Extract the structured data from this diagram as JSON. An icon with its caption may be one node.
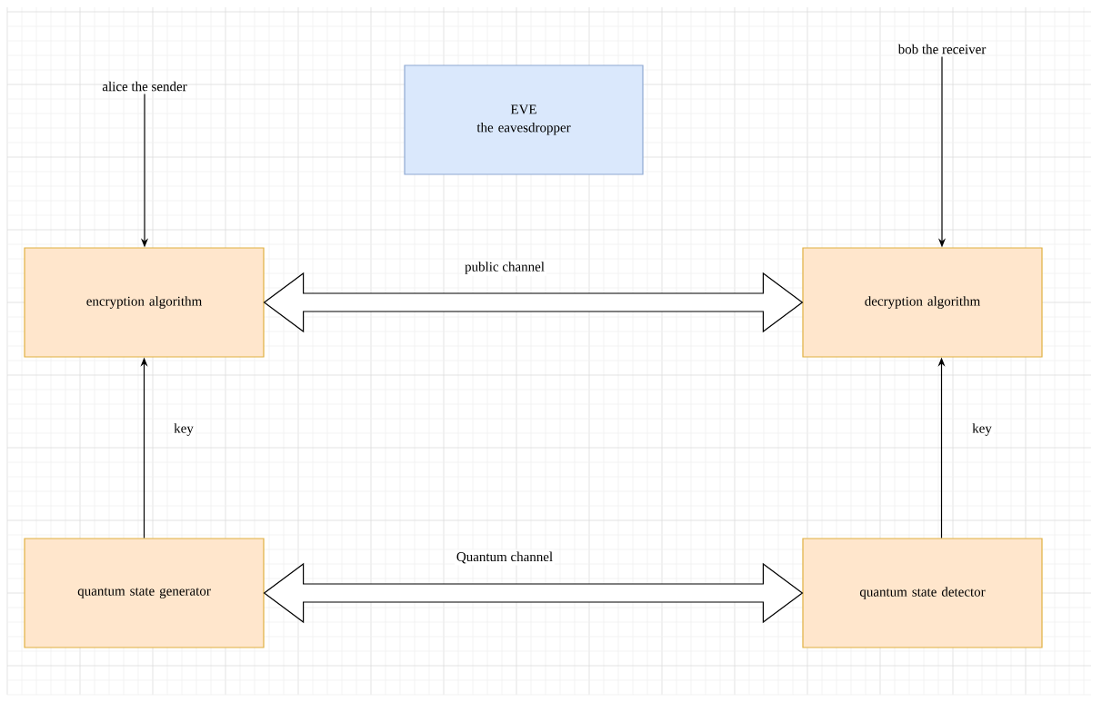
{
  "diagram": {
    "nodes": [
      {
        "text": [
          "alice the sender"
        ]
      },
      {
        "text": [
          "EVE",
          "the eavesdropper"
        ]
      },
      {
        "text": [
          "bob the receiver"
        ]
      },
      {
        "text": [
          "encryption algorithm"
        ]
      },
      {
        "text": [
          "decryption algorithm"
        ]
      },
      {
        "text": [
          "quantum state generator"
        ]
      },
      {
        "text": [
          "quantum state detector"
        ]
      }
    ],
    "edges": [
      {
        "from": 0,
        "to": 3,
        "arrow": "to"
      },
      {
        "from": 2,
        "to": 4,
        "arrow": "to"
      },
      {
        "from": 3,
        "to": 4,
        "arrow": "both",
        "label": "public channel",
        "style": "thick"
      },
      {
        "from": 5,
        "to": 3,
        "arrow": "to",
        "label": "key"
      },
      {
        "from": 6,
        "to": 4,
        "arrow": "to",
        "label": "key"
      },
      {
        "from": 5,
        "to": 6,
        "arrow": "both",
        "label": "Quantum channel",
        "style": "thick"
      }
    ]
  }
}
